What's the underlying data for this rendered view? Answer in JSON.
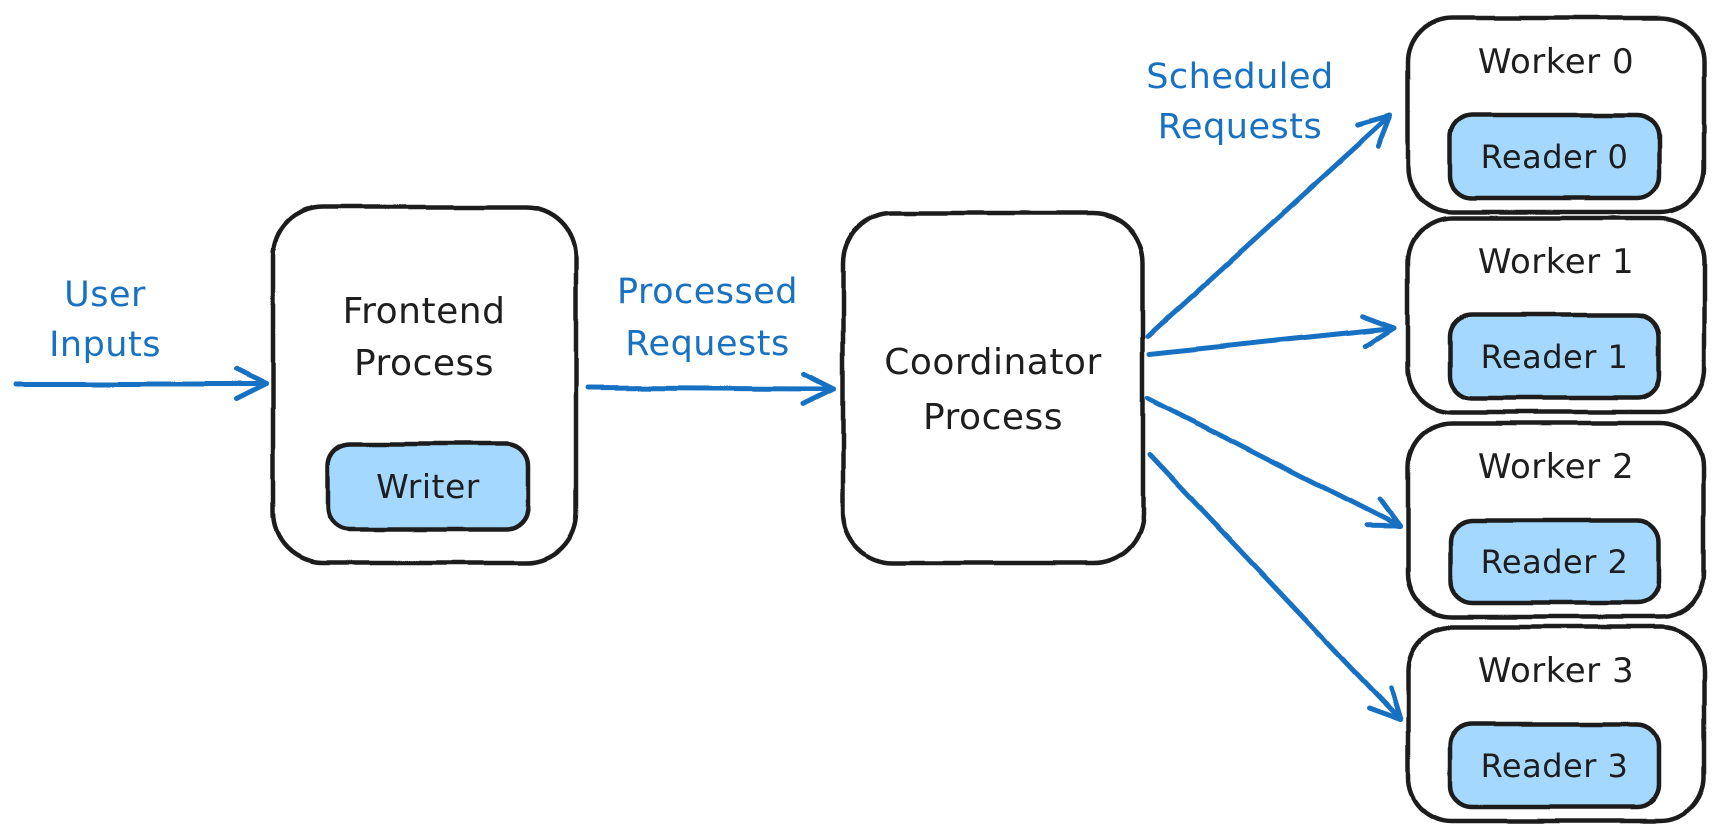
{
  "colors": {
    "accent_blue": "#1971c2",
    "fill_light_blue": "#a5d8ff",
    "stroke_black": "#1e1e1e",
    "background": "#ffffff"
  },
  "edge_labels": {
    "user_inputs": {
      "line1": "User",
      "line2": "Inputs"
    },
    "processed_requests": {
      "line1": "Processed",
      "line2": "Requests"
    },
    "scheduled_requests": {
      "line1": "Scheduled",
      "line2": "Requests"
    }
  },
  "nodes": {
    "frontend": {
      "line1": "Frontend",
      "line2": "Process",
      "child_label": "Writer"
    },
    "coordinator": {
      "line1": "Coordinator",
      "line2": "Process"
    },
    "workers": [
      {
        "label": "Worker 0",
        "reader_label": "Reader 0"
      },
      {
        "label": "Worker 1",
        "reader_label": "Reader 1"
      },
      {
        "label": "Worker 2",
        "reader_label": "Reader 2"
      },
      {
        "label": "Worker 3",
        "reader_label": "Reader 3"
      }
    ]
  }
}
